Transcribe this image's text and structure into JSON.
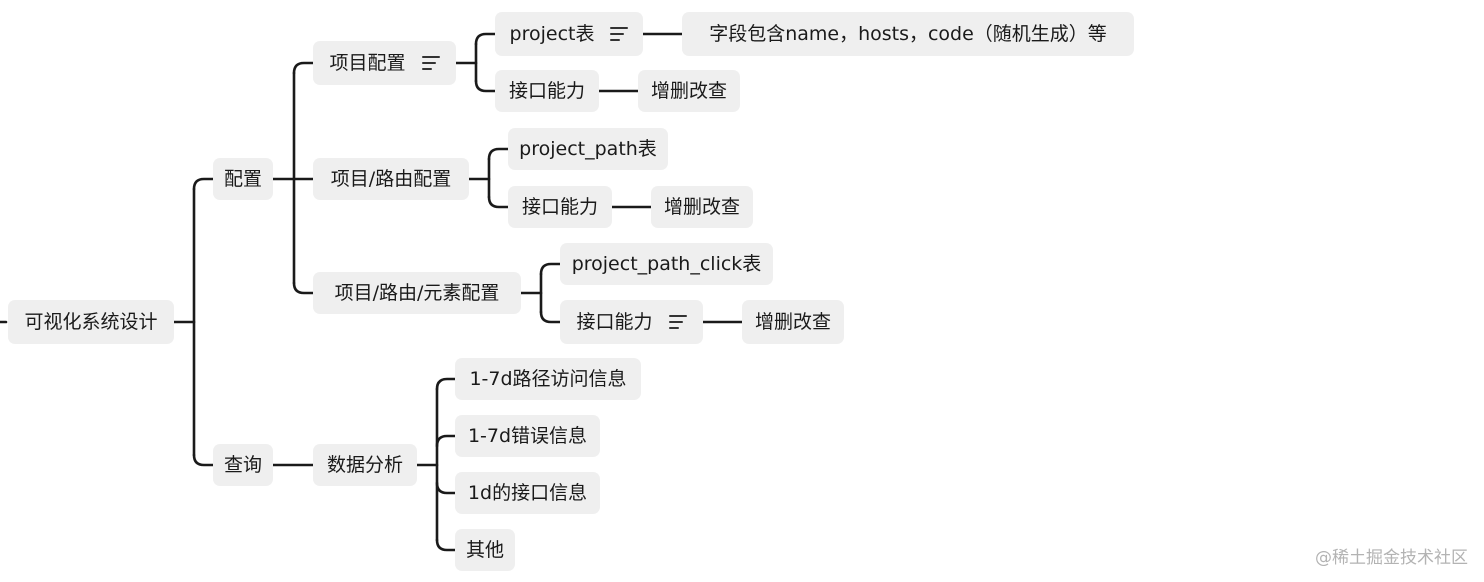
{
  "mindmap": {
    "root": "可视化系统设计",
    "config": {
      "label": "配置",
      "project": {
        "label": "项目配置",
        "table": "project表",
        "table_note": "字段包含name，hosts，code（随机生成）等",
        "api": "接口能力",
        "api_detail": "增删改查"
      },
      "route": {
        "label": "项目/路由配置",
        "table": "project_path表",
        "api": "接口能力",
        "api_detail": "增删改查"
      },
      "element": {
        "label": "项目/路由/元素配置",
        "table": "project_path_click表",
        "api": "接口能力",
        "api_detail": "增删改查"
      }
    },
    "query": {
      "label": "查询",
      "analysis": {
        "label": "数据分析",
        "items": [
          "1-7d路径访问信息",
          "1-7d错误信息",
          "1d的接口信息",
          "其他"
        ]
      }
    }
  },
  "watermark": "@稀土掘金技术社区",
  "icons": {
    "note": "note-lines-icon"
  },
  "colors": {
    "node_bg": "#efefef",
    "line": "#1a1a1a",
    "text": "#1a1a1a",
    "watermark": "#b3b3b3"
  }
}
